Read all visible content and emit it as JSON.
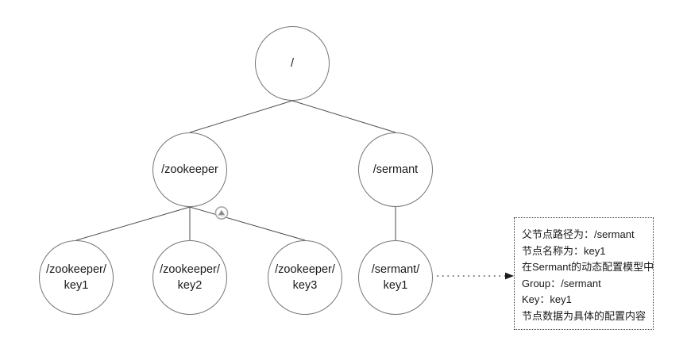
{
  "diagram": {
    "title": "zookeeper-sermant-config-tree",
    "nodes": [
      {
        "id": "root",
        "path": "/",
        "lines": [
          "/"
        ]
      },
      {
        "id": "zookeeper",
        "path": "/zookeeper",
        "lines": [
          "/zookeeper"
        ]
      },
      {
        "id": "sermant",
        "path": "/sermant",
        "lines": [
          "/sermant"
        ]
      },
      {
        "id": "zookeeper-key1",
        "path": "/zookeeper/key1",
        "lines": [
          "/zookeeper/",
          "key1"
        ]
      },
      {
        "id": "zookeeper-key2",
        "path": "/zookeeper/key2",
        "lines": [
          "/zookeeper/",
          "key2"
        ]
      },
      {
        "id": "zookeeper-key3",
        "path": "/zookeeper/key3",
        "lines": [
          "/zookeeper/",
          "key3"
        ]
      },
      {
        "id": "sermant-key1",
        "path": "/sermant/key1",
        "lines": [
          "/sermant/",
          "key1"
        ]
      }
    ],
    "edges": [
      {
        "from": "/",
        "to": "/zookeeper"
      },
      {
        "from": "/",
        "to": "/sermant"
      },
      {
        "from": "/zookeeper",
        "to": "/zookeeper/key1"
      },
      {
        "from": "/zookeeper",
        "to": "/zookeeper/key2"
      },
      {
        "from": "/zookeeper",
        "to": "/zookeeper/key3"
      },
      {
        "from": "/sermant",
        "to": "/sermant/key1"
      }
    ],
    "connector": {
      "from": "/sermant/key1",
      "to": "annotation-box",
      "style": "dotted-arrow"
    },
    "icons": {
      "collapse": "triangle-up-in-circle"
    },
    "colors": {
      "node_border": "#757575",
      "edge": "#4d4d4d",
      "text": "#1a1a1a",
      "collapse_ring": "#a8a8a8",
      "collapse_triangle": "#8c8c8c",
      "connector": "#555555",
      "annotation_border": "#3b3b3b"
    }
  },
  "annotation": {
    "lines": [
      "父节点路径为：/sermant",
      "节点名称为：key1",
      "在Sermant的动态配置模型中",
      "Group：/sermant",
      "Key：key1",
      "节点数据为具体的配置内容"
    ]
  }
}
